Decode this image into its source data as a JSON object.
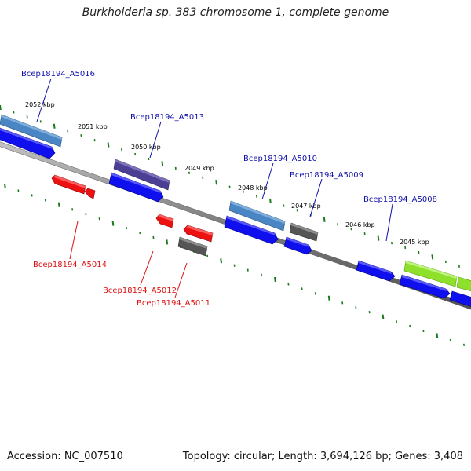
{
  "title": "Burkholderia sp. 383 chromosome 1, complete genome",
  "footer": {
    "accession": "Accession: NC_007510",
    "summary": "Topology: circular; Length: 3,694,126 bp; Genes: 3,408"
  },
  "colors": {
    "forward_cds": "#1010ee",
    "reverse_cds": "#ee1111",
    "forward_gene": "#4a86c4",
    "other_feature": "#555555",
    "operon_purple": "#4b3f94",
    "highlight_green": "#8ee02a",
    "tick": "#1a7a1a",
    "backbone": "#808080",
    "label_forward": "#1010aa",
    "label_reverse": "#dd1111"
  },
  "scale_labels": [
    "2052 kbp",
    "2051 kbp",
    "2050 kbp",
    "2049 kbp",
    "2048 kbp",
    "2047 kbp",
    "2046 kbp",
    "2045 kbp"
  ],
  "gene_labels": {
    "a5016": "Bcep18194_A5016",
    "a5013": "Bcep18194_A5013",
    "a5010": "Bcep18194_A5010",
    "a5009": "Bcep18194_A5009",
    "a5008": "Bcep18194_A5008",
    "a5014": "Bcep18194_A5014",
    "a5012": "Bcep18194_A5012",
    "a5011": "Bcep18194_A5011"
  }
}
